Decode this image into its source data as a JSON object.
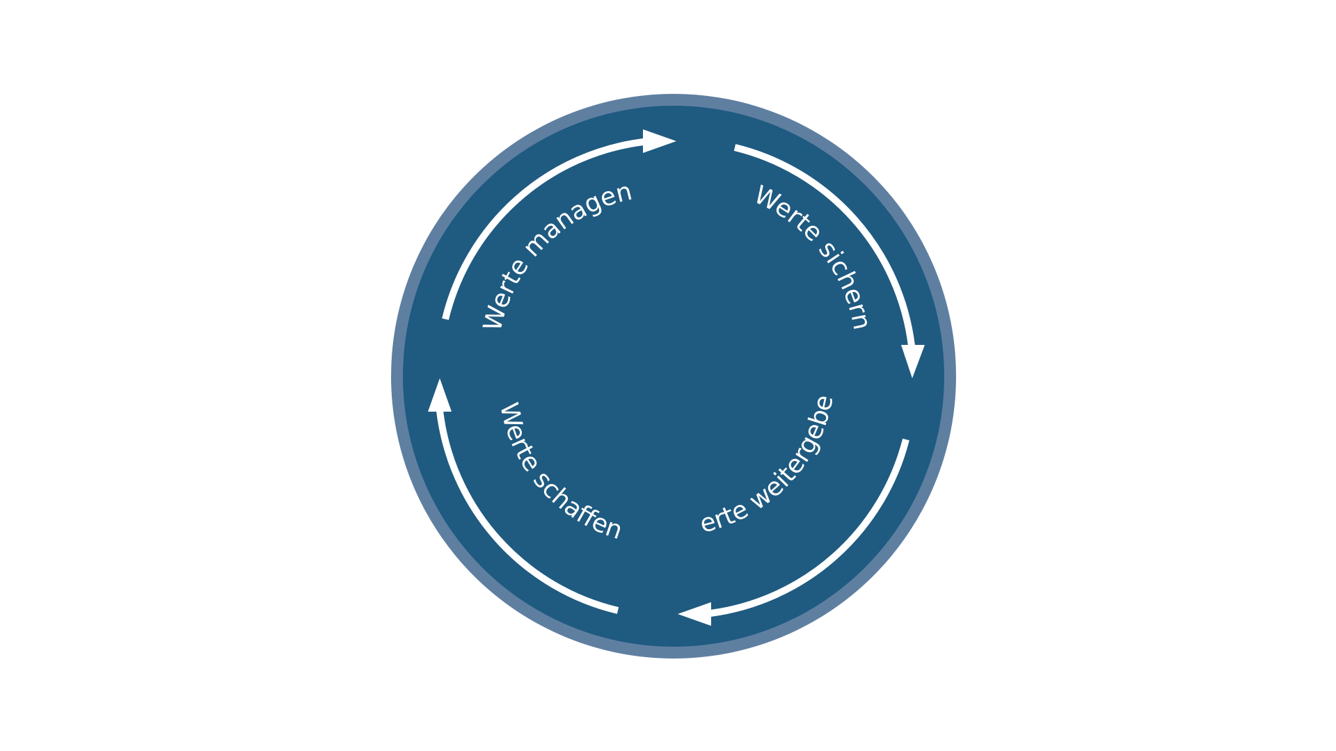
{
  "diagram": {
    "labels": [
      "Werte managen",
      "Werte sichern",
      "Werte weitergeben",
      "Werte schaffen"
    ],
    "colors": {
      "background": "#ffffff",
      "outer_ring": "#5f7fa1",
      "disc": "#1f5a80",
      "arrow": "#ffffff",
      "text": "#ffffff"
    }
  }
}
